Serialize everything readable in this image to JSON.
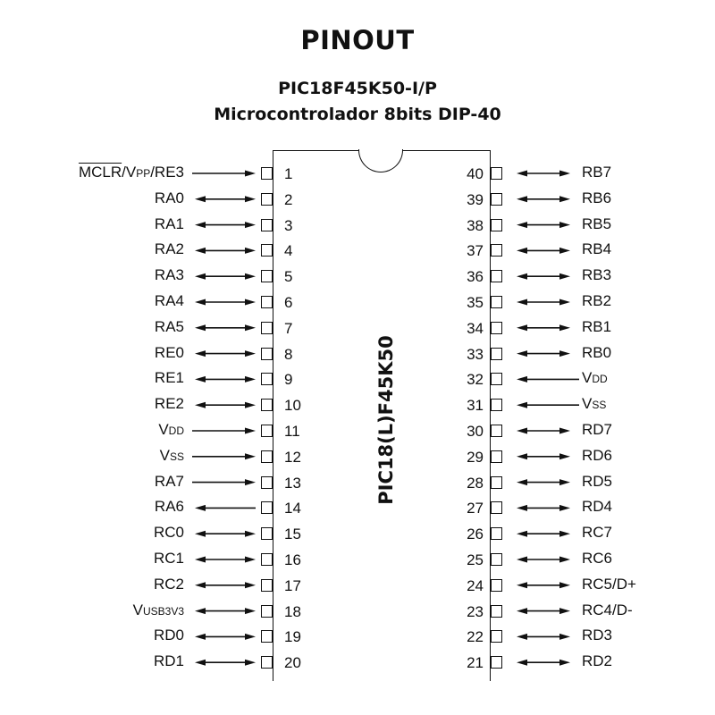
{
  "header": {
    "title": "PINOUT",
    "part_number": "PIC18F45K50-I/P",
    "description": "Microcontrolador 8bits DIP-40"
  },
  "chip": {
    "name": "PIC18(L)F45K50"
  },
  "left_pins": [
    {
      "num": "1",
      "dir": "in",
      "label": [
        {
          "t": "MCLR",
          "s": "over"
        },
        {
          "t": "/V"
        },
        {
          "t": "PP",
          "s": "small"
        },
        {
          "t": "/RE3"
        }
      ]
    },
    {
      "num": "2",
      "dir": "bi",
      "label": [
        {
          "t": "RA0"
        }
      ]
    },
    {
      "num": "3",
      "dir": "bi",
      "label": [
        {
          "t": "RA1"
        }
      ]
    },
    {
      "num": "4",
      "dir": "bi",
      "label": [
        {
          "t": "RA2"
        }
      ]
    },
    {
      "num": "5",
      "dir": "bi",
      "label": [
        {
          "t": "RA3"
        }
      ]
    },
    {
      "num": "6",
      "dir": "bi",
      "label": [
        {
          "t": "RA4"
        }
      ]
    },
    {
      "num": "7",
      "dir": "bi",
      "label": [
        {
          "t": "RA5"
        }
      ]
    },
    {
      "num": "8",
      "dir": "bi",
      "label": [
        {
          "t": "RE0"
        }
      ]
    },
    {
      "num": "9",
      "dir": "bi",
      "label": [
        {
          "t": "RE1"
        }
      ]
    },
    {
      "num": "10",
      "dir": "bi",
      "label": [
        {
          "t": "RE2"
        }
      ]
    },
    {
      "num": "11",
      "dir": "in",
      "label": [
        {
          "t": "V"
        },
        {
          "t": "DD",
          "s": "small"
        }
      ]
    },
    {
      "num": "12",
      "dir": "in",
      "label": [
        {
          "t": "V"
        },
        {
          "t": "SS",
          "s": "small"
        }
      ]
    },
    {
      "num": "13",
      "dir": "in",
      "label": [
        {
          "t": "RA7"
        }
      ]
    },
    {
      "num": "14",
      "dir": "out",
      "label": [
        {
          "t": "RA6"
        }
      ]
    },
    {
      "num": "15",
      "dir": "bi",
      "label": [
        {
          "t": "RC0"
        }
      ]
    },
    {
      "num": "16",
      "dir": "bi",
      "label": [
        {
          "t": "RC1"
        }
      ]
    },
    {
      "num": "17",
      "dir": "bi",
      "label": [
        {
          "t": "RC2"
        }
      ]
    },
    {
      "num": "18",
      "dir": "bi",
      "label": [
        {
          "t": "V"
        },
        {
          "t": "USB3V3",
          "s": "small"
        }
      ]
    },
    {
      "num": "19",
      "dir": "bi",
      "label": [
        {
          "t": "RD0"
        }
      ]
    },
    {
      "num": "20",
      "dir": "bi",
      "label": [
        {
          "t": "RD1"
        }
      ]
    }
  ],
  "right_pins": [
    {
      "num": "40",
      "dir": "bi",
      "label": [
        {
          "t": "RB7"
        }
      ]
    },
    {
      "num": "39",
      "dir": "bi",
      "label": [
        {
          "t": "RB6"
        }
      ]
    },
    {
      "num": "38",
      "dir": "bi",
      "label": [
        {
          "t": "RB5"
        }
      ]
    },
    {
      "num": "37",
      "dir": "bi",
      "label": [
        {
          "t": "RB4"
        }
      ]
    },
    {
      "num": "36",
      "dir": "bi",
      "label": [
        {
          "t": "RB3"
        }
      ]
    },
    {
      "num": "35",
      "dir": "bi",
      "label": [
        {
          "t": "RB2"
        }
      ]
    },
    {
      "num": "34",
      "dir": "bi",
      "label": [
        {
          "t": "RB1"
        }
      ]
    },
    {
      "num": "33",
      "dir": "bi",
      "label": [
        {
          "t": "RB0"
        }
      ]
    },
    {
      "num": "32",
      "dir": "in",
      "label": [
        {
          "t": "V"
        },
        {
          "t": "DD",
          "s": "small"
        }
      ]
    },
    {
      "num": "31",
      "dir": "in",
      "label": [
        {
          "t": "V"
        },
        {
          "t": "SS",
          "s": "small"
        }
      ]
    },
    {
      "num": "30",
      "dir": "bi",
      "label": [
        {
          "t": "RD7"
        }
      ]
    },
    {
      "num": "29",
      "dir": "bi",
      "label": [
        {
          "t": "RD6"
        }
      ]
    },
    {
      "num": "28",
      "dir": "bi",
      "label": [
        {
          "t": "RD5"
        }
      ]
    },
    {
      "num": "27",
      "dir": "bi",
      "label": [
        {
          "t": "RD4"
        }
      ]
    },
    {
      "num": "26",
      "dir": "bi",
      "label": [
        {
          "t": "RC7"
        }
      ]
    },
    {
      "num": "25",
      "dir": "bi",
      "label": [
        {
          "t": "RC6"
        }
      ]
    },
    {
      "num": "24",
      "dir": "bi",
      "label": [
        {
          "t": "RC5/D+"
        }
      ]
    },
    {
      "num": "23",
      "dir": "bi",
      "label": [
        {
          "t": "RC4/D-"
        }
      ]
    },
    {
      "num": "22",
      "dir": "bi",
      "label": [
        {
          "t": "RD3"
        }
      ]
    },
    {
      "num": "21",
      "dir": "bi",
      "label": [
        {
          "t": "RD2"
        }
      ]
    }
  ]
}
